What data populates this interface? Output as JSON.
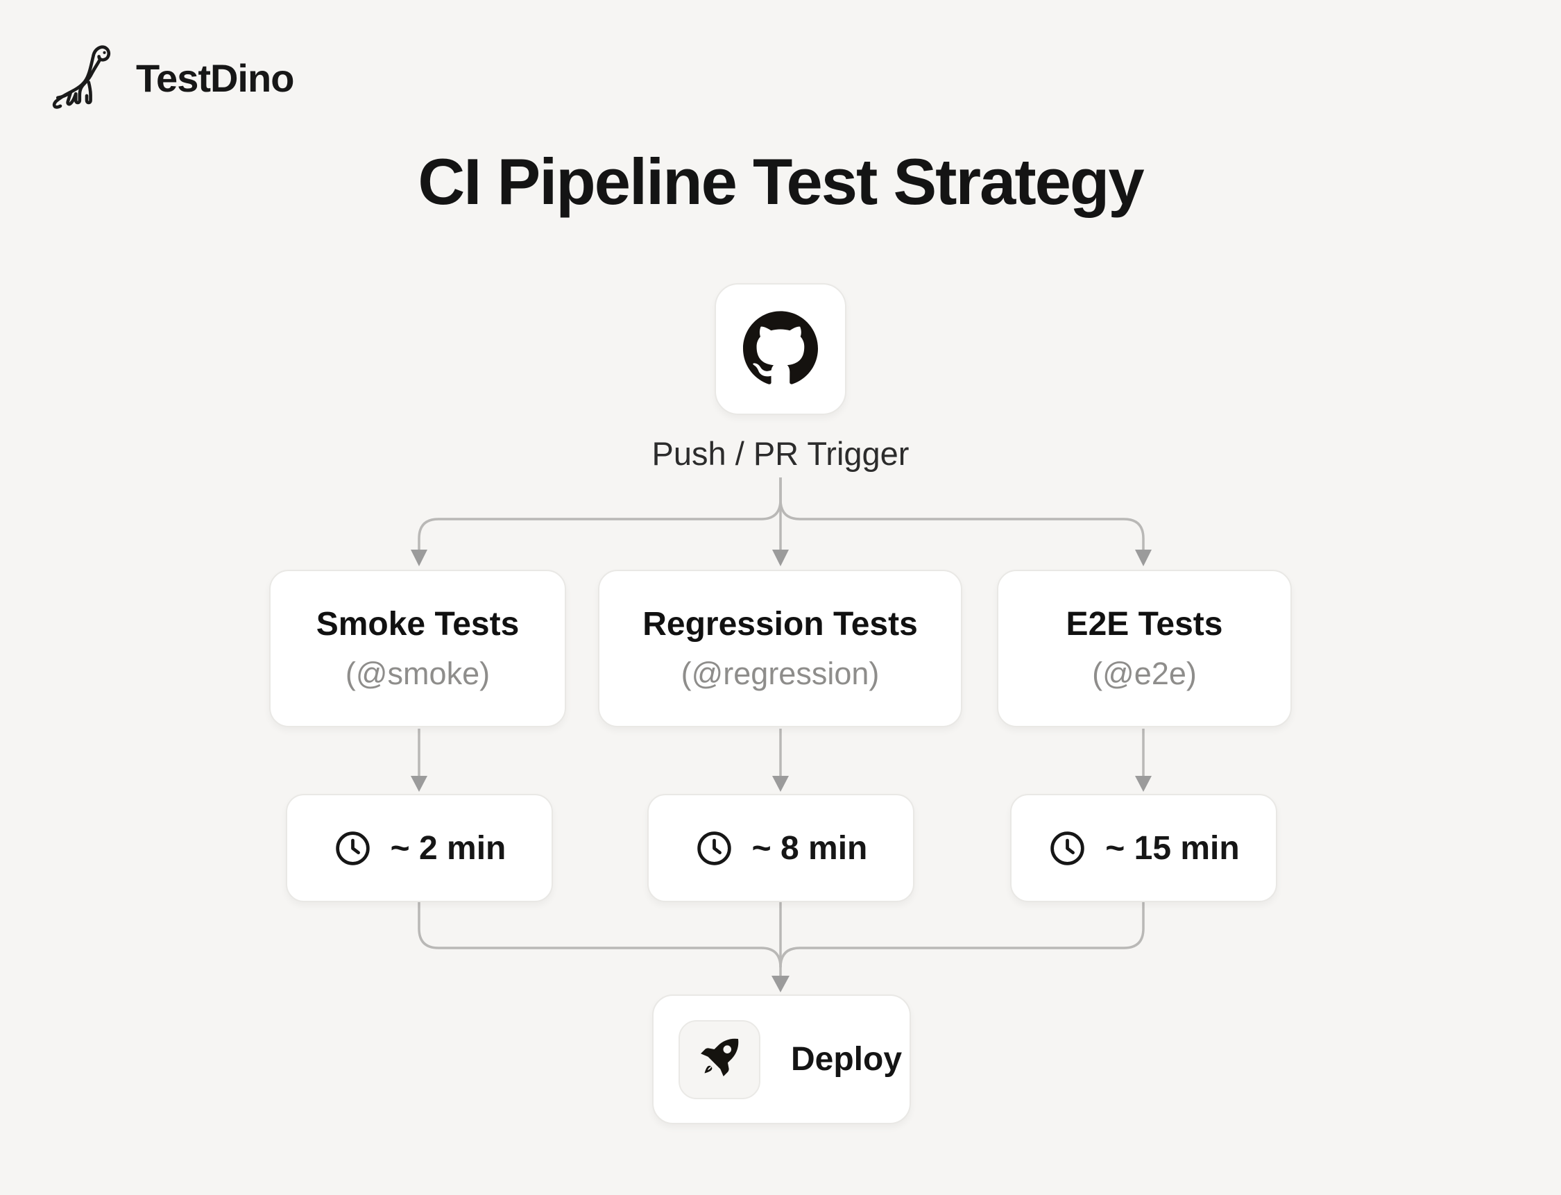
{
  "brand": {
    "name": "TestDino",
    "logo_icon": "dinosaur-icon"
  },
  "page": {
    "title": "CI Pipeline Test Strategy"
  },
  "trigger": {
    "icon": "github-icon",
    "label": "Push / PR Trigger"
  },
  "nodes": [
    {
      "title": "Smoke Tests",
      "tag": "(@smoke)",
      "duration": "~ 2 min",
      "duration_icon": "clock-icon"
    },
    {
      "title": "Regression Tests",
      "tag": "(@regression)",
      "duration": "~ 8 min",
      "duration_icon": "clock-icon"
    },
    {
      "title": "E2E Tests",
      "tag": "(@e2e)",
      "duration": "~ 15 min",
      "duration_icon": "clock-icon"
    }
  ],
  "deploy": {
    "label": "Deploy",
    "icon": "rocket-icon"
  },
  "colors": {
    "background": "#f6f5f3",
    "card": "#ffffff",
    "card_border": "#e9e8e5",
    "connector": "#b9b8b6",
    "arrow": "#9b9b9b",
    "text_primary": "#161616",
    "text_muted": "#8e8d8b"
  }
}
